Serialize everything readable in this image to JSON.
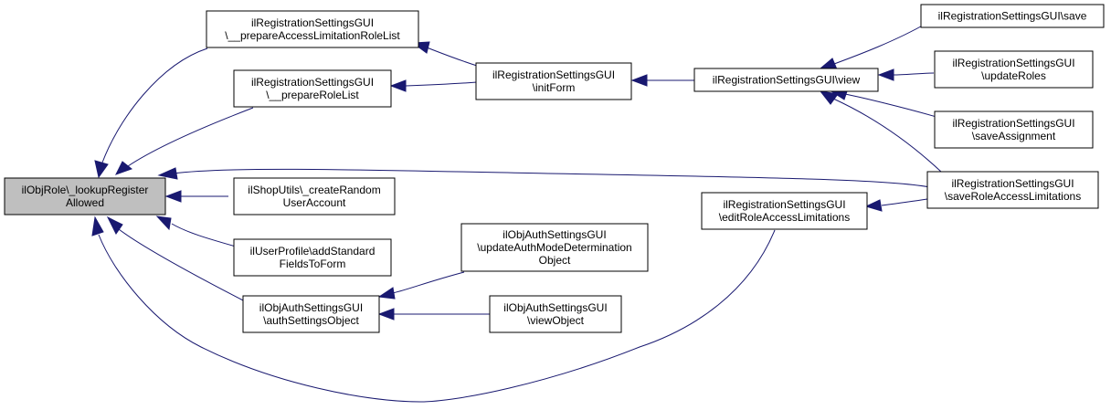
{
  "diagram": {
    "type": "call-graph",
    "colors": {
      "edge": "#191970",
      "node_fill": "#ffffff",
      "focus_fill": "#bfbfbf",
      "border": "#000000"
    },
    "nodes": {
      "lookup": {
        "lines": [
          "ilObjRole\\_lookupRegister",
          "Allowed"
        ],
        "focus": true
      },
      "prepAccess": {
        "lines": [
          "ilRegistrationSettingsGUI",
          "\\__prepareAccessLimitationRoleList"
        ]
      },
      "prepRole": {
        "lines": [
          "ilRegistrationSettingsGUI",
          "\\__prepareRoleList"
        ]
      },
      "shopUtils": {
        "lines": [
          "ilShopUtils\\_createRandom",
          "UserAccount"
        ]
      },
      "userProfile": {
        "lines": [
          "ilUserProfile\\addStandard",
          "FieldsToForm"
        ]
      },
      "authSettings": {
        "lines": [
          "ilObjAuthSettingsGUI",
          "\\authSettingsObject"
        ]
      },
      "initForm": {
        "lines": [
          "ilRegistrationSettingsGUI",
          "\\initForm"
        ]
      },
      "view": {
        "lines": [
          "ilRegistrationSettingsGUI\\view"
        ]
      },
      "save": {
        "lines": [
          "ilRegistrationSettingsGUI\\save"
        ]
      },
      "updateRoles": {
        "lines": [
          "ilRegistrationSettingsGUI",
          "\\updateRoles"
        ]
      },
      "saveAssign": {
        "lines": [
          "ilRegistrationSettingsGUI",
          "\\saveAssignment"
        ]
      },
      "saveRoleAcc": {
        "lines": [
          "ilRegistrationSettingsGUI",
          "\\saveRoleAccessLimitations"
        ]
      },
      "editRoleAcc": {
        "lines": [
          "ilRegistrationSettingsGUI",
          "\\editRoleAccessLimitations"
        ]
      },
      "updateAuth": {
        "lines": [
          "ilObjAuthSettingsGUI",
          "\\updateAuthModeDetermination",
          "Object"
        ]
      },
      "viewObject": {
        "lines": [
          "ilObjAuthSettingsGUI",
          "\\viewObject"
        ]
      }
    }
  }
}
